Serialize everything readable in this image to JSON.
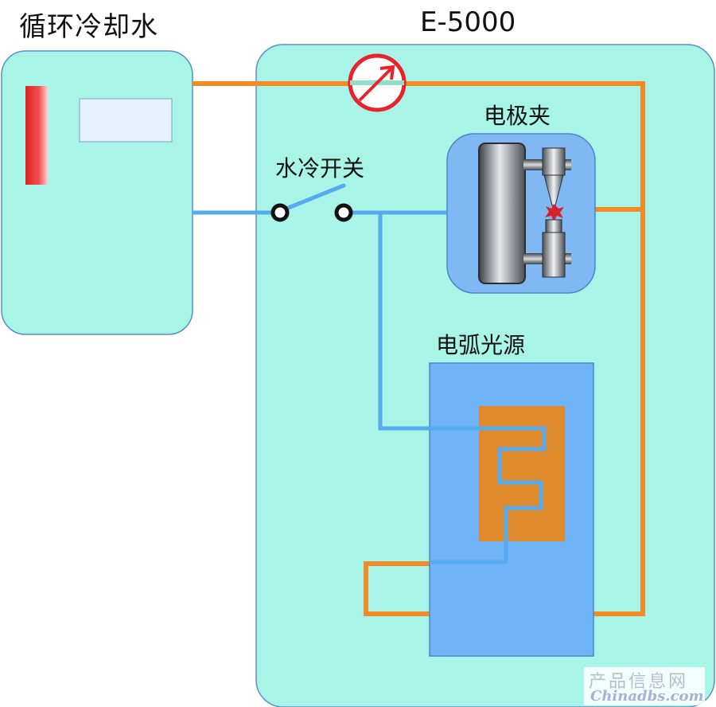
{
  "labels": {
    "chiller": "循环冷却水",
    "instrument": "E-5000",
    "electrode_clamp": "电极夹",
    "water_cooling_switch": "水冷开关",
    "arc_source": "电弧光源"
  },
  "watermark": {
    "line1": "产品信息网",
    "line2": "Chinadbs.com"
  },
  "colors": {
    "panel_fill": "#a8f5e8",
    "water_line": "#55aaf0",
    "power_line": "#f28a28",
    "arc_source_fill": "#6eb4f7",
    "coil_fill": "#e08a2e",
    "meter_red": "#e8232a",
    "heater_red": "#e83030"
  },
  "icons": {
    "meter": "meter-arrow-icon",
    "switch": "switch-icon"
  }
}
